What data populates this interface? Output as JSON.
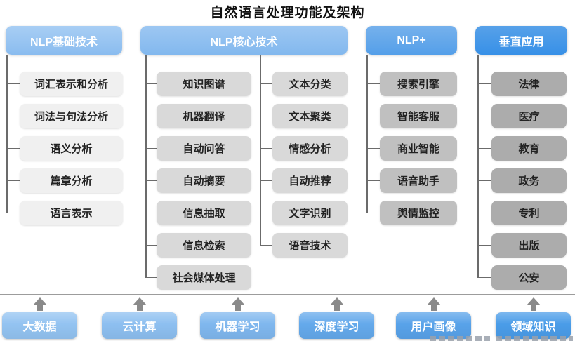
{
  "title": "自然语言处理功能及架构",
  "columns": [
    {
      "id": "nlp-basic",
      "header": "NLP基础技术",
      "header_color_top": "#a8cef4",
      "header_color_bottom": "#8abcef",
      "item_color": "#f0f0f0",
      "groups": [
        [
          "词汇表示和分析",
          "词法与句法分析",
          "语义分析",
          "篇章分析",
          "语言表示"
        ]
      ]
    },
    {
      "id": "nlp-core",
      "header": "NLP核心技术",
      "header_color_top": "#9dc7f2",
      "header_color_bottom": "#82b8ee",
      "item_color": "#d9d9d9",
      "groups": [
        [
          "知识图谱",
          "机器翻译",
          "自动问答",
          "自动摘要",
          "信息抽取",
          "信息检索",
          "社会媒体处理"
        ],
        [
          "文本分类",
          "文本聚类",
          "情感分析",
          "自动推荐",
          "文字识别",
          "语音技术"
        ]
      ]
    },
    {
      "id": "nlp-plus",
      "header": "NLP+",
      "header_color_top": "#76b1ec",
      "header_color_bottom": "#549fe9",
      "item_color": "#c0c0c0",
      "groups": [
        [
          "搜索引擎",
          "智能客服",
          "商业智能",
          "语音助手",
          "舆情监控"
        ]
      ]
    },
    {
      "id": "vertical-apps",
      "header": "垂直应用",
      "header_color_top": "#57a1e9",
      "header_color_bottom": "#3790e7",
      "item_color": "#acacac",
      "groups": [
        [
          "法律",
          "医疗",
          "教育",
          "政务",
          "专利",
          "出版",
          "公安"
        ]
      ]
    }
  ],
  "foundation": {
    "items": [
      {
        "label": "大数据",
        "color": "#93c3f1"
      },
      {
        "label": "云计算",
        "color": "#8dbff0"
      },
      {
        "label": "机器学习",
        "color": "#7fb7ee"
      },
      {
        "label": "深度学习",
        "color": "#64a9eb"
      },
      {
        "label": "用户画像",
        "color": "#58a2e9"
      },
      {
        "label": "领域知识",
        "color": "#4a9ce8"
      }
    ]
  },
  "colors": {
    "connector": "#6b6b6b",
    "divider": "#9c9c9c",
    "arrow": "#8a8a8a",
    "item_text": "#222222",
    "header_text": "#ffffff"
  }
}
